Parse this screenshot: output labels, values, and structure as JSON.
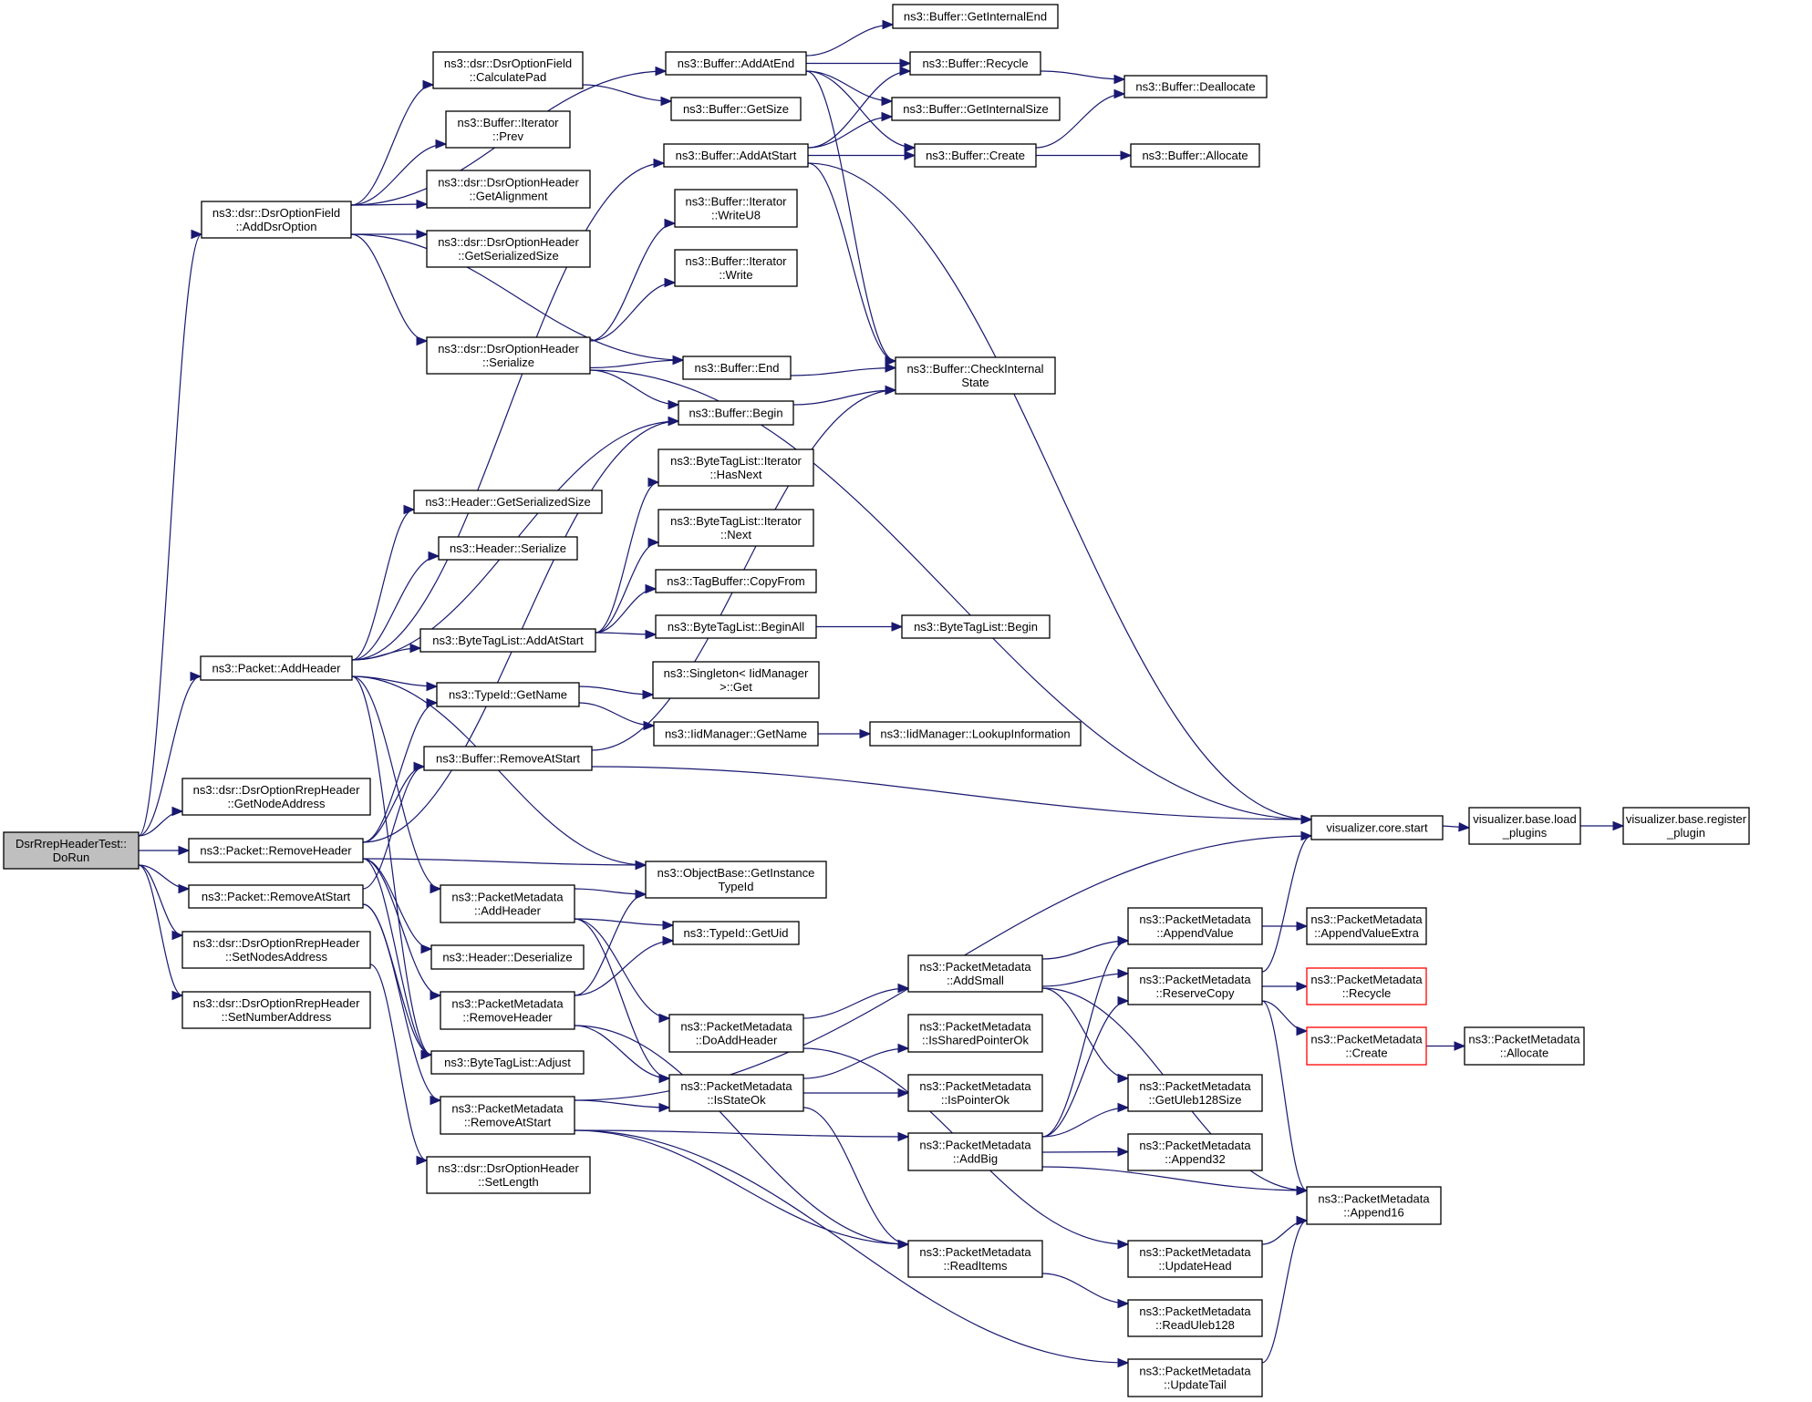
{
  "title": "DsrRrepHeaderTest::DoRun call graph",
  "colors": {
    "edge": "#191970",
    "root_fill": "#bfbfbf",
    "node_border": "#000000",
    "truncated_border": "#ff0000"
  },
  "nodes": [
    {
      "id": "dorun",
      "lines": [
        "DsrRrepHeaderTest::",
        "DoRun"
      ],
      "root": true
    },
    {
      "id": "adddsroption",
      "lines": [
        "ns3::dsr::DsrOptionField",
        "::AddDsrOption"
      ]
    },
    {
      "id": "packet_addheader",
      "lines": [
        "ns3::Packet::AddHeader"
      ]
    },
    {
      "id": "getnodeaddress",
      "lines": [
        "ns3::dsr::DsrOptionRrepHeader",
        "::GetNodeAddress"
      ]
    },
    {
      "id": "packet_removeheader",
      "lines": [
        "ns3::Packet::RemoveHeader"
      ]
    },
    {
      "id": "packet_removeatstart",
      "lines": [
        "ns3::Packet::RemoveAtStart"
      ]
    },
    {
      "id": "setnodesaddress",
      "lines": [
        "ns3::dsr::DsrOptionRrepHeader",
        "::SetNodesAddress"
      ]
    },
    {
      "id": "setnumberaddress",
      "lines": [
        "ns3::dsr::DsrOptionRrepHeader",
        "::SetNumberAddress"
      ]
    },
    {
      "id": "calculatepad",
      "lines": [
        "ns3::dsr::DsrOptionField",
        "::CalculatePad"
      ]
    },
    {
      "id": "iter_prev",
      "lines": [
        "ns3::Buffer::Iterator",
        "::Prev"
      ]
    },
    {
      "id": "getalignment",
      "lines": [
        "ns3::dsr::DsrOptionHeader",
        "::GetAlignment"
      ]
    },
    {
      "id": "dsr_getserializedsize",
      "lines": [
        "ns3::dsr::DsrOptionHeader",
        "::GetSerializedSize"
      ]
    },
    {
      "id": "dsr_serialize",
      "lines": [
        "ns3::dsr::DsrOptionHeader",
        "::Serialize"
      ]
    },
    {
      "id": "header_getserializedsize",
      "lines": [
        "ns3::Header::GetSerializedSize"
      ]
    },
    {
      "id": "header_serialize",
      "lines": [
        "ns3::Header::Serialize"
      ]
    },
    {
      "id": "btl_addatstart",
      "lines": [
        "ns3::ByteTagList::AddAtStart"
      ]
    },
    {
      "id": "typeid_getname",
      "lines": [
        "ns3::TypeId::GetName"
      ]
    },
    {
      "id": "buffer_removeatstart",
      "lines": [
        "ns3::Buffer::RemoveAtStart"
      ]
    },
    {
      "id": "pm_addheader",
      "lines": [
        "ns3::PacketMetadata",
        "::AddHeader"
      ]
    },
    {
      "id": "header_deserialize",
      "lines": [
        "ns3::Header::Deserialize"
      ]
    },
    {
      "id": "pm_removeheader",
      "lines": [
        "ns3::PacketMetadata",
        "::RemoveHeader"
      ]
    },
    {
      "id": "btl_adjust",
      "lines": [
        "ns3::ByteTagList::Adjust"
      ]
    },
    {
      "id": "pm_removeatstart",
      "lines": [
        "ns3::PacketMetadata",
        "::RemoveAtStart"
      ]
    },
    {
      "id": "dsr_setlength",
      "lines": [
        "ns3::dsr::DsrOptionHeader",
        "::SetLength"
      ]
    },
    {
      "id": "buffer_addatend",
      "lines": [
        "ns3::Buffer::AddAtEnd"
      ]
    },
    {
      "id": "buffer_getsize",
      "lines": [
        "ns3::Buffer::GetSize"
      ]
    },
    {
      "id": "buffer_addatstart",
      "lines": [
        "ns3::Buffer::AddAtStart"
      ]
    },
    {
      "id": "iter_writeu8",
      "lines": [
        "ns3::Buffer::Iterator",
        "::WriteU8"
      ]
    },
    {
      "id": "iter_write",
      "lines": [
        "ns3::Buffer::Iterator",
        "::Write"
      ]
    },
    {
      "id": "buffer_end",
      "lines": [
        "ns3::Buffer::End"
      ]
    },
    {
      "id": "buffer_begin",
      "lines": [
        "ns3::Buffer::Begin"
      ]
    },
    {
      "id": "btl_iter_hasnext",
      "lines": [
        "ns3::ByteTagList::Iterator",
        "::HasNext"
      ]
    },
    {
      "id": "btl_iter_next",
      "lines": [
        "ns3::ByteTagList::Iterator",
        "::Next"
      ]
    },
    {
      "id": "tagbuffer_copyfrom",
      "lines": [
        "ns3::TagBuffer::CopyFrom"
      ]
    },
    {
      "id": "btl_beginall",
      "lines": [
        "ns3::ByteTagList::BeginAll"
      ]
    },
    {
      "id": "singleton_get",
      "lines": [
        "ns3::Singleton< IidManager",
        ">::Get"
      ]
    },
    {
      "id": "iid_getname",
      "lines": [
        "ns3::IidManager::GetName"
      ]
    },
    {
      "id": "getinstancetypeid",
      "lines": [
        "ns3::ObjectBase::GetInstance",
        "TypeId"
      ]
    },
    {
      "id": "typeid_getuid",
      "lines": [
        "ns3::TypeId::GetUid"
      ]
    },
    {
      "id": "pm_doaddheader",
      "lines": [
        "ns3::PacketMetadata",
        "::DoAddHeader"
      ]
    },
    {
      "id": "pm_isstateok",
      "lines": [
        "ns3::PacketMetadata",
        "::IsStateOk"
      ]
    },
    {
      "id": "buffer_getinternalend",
      "lines": [
        "ns3::Buffer::GetInternalEnd"
      ]
    },
    {
      "id": "buffer_recycle",
      "lines": [
        "ns3::Buffer::Recycle"
      ]
    },
    {
      "id": "buffer_getinternalsize",
      "lines": [
        "ns3::Buffer::GetInternalSize"
      ]
    },
    {
      "id": "buffer_create",
      "lines": [
        "ns3::Buffer::Create"
      ]
    },
    {
      "id": "checkinternalstate",
      "lines": [
        "ns3::Buffer::CheckInternal",
        "State"
      ]
    },
    {
      "id": "btl_begin",
      "lines": [
        "ns3::ByteTagList::Begin"
      ]
    },
    {
      "id": "iid_lookupinformation",
      "lines": [
        "ns3::IidManager::LookupInformation"
      ]
    },
    {
      "id": "pm_addsmall",
      "lines": [
        "ns3::PacketMetadata",
        "::AddSmall"
      ]
    },
    {
      "id": "pm_issharedpointerok",
      "lines": [
        "ns3::PacketMetadata",
        "::IsSharedPointerOk"
      ]
    },
    {
      "id": "pm_ispointerok",
      "lines": [
        "ns3::PacketMetadata",
        "::IsPointerOk"
      ]
    },
    {
      "id": "pm_addbig",
      "lines": [
        "ns3::PacketMetadata",
        "::AddBig"
      ]
    },
    {
      "id": "pm_readitems",
      "lines": [
        "ns3::PacketMetadata",
        "::ReadItems"
      ]
    },
    {
      "id": "buffer_deallocate",
      "lines": [
        "ns3::Buffer::Deallocate"
      ]
    },
    {
      "id": "buffer_allocate",
      "lines": [
        "ns3::Buffer::Allocate"
      ]
    },
    {
      "id": "pm_appendvalue",
      "lines": [
        "ns3::PacketMetadata",
        "::AppendValue"
      ]
    },
    {
      "id": "pm_reservecopy",
      "lines": [
        "ns3::PacketMetadata",
        "::ReserveCopy"
      ]
    },
    {
      "id": "pm_getuleb128size",
      "lines": [
        "ns3::PacketMetadata",
        "::GetUleb128Size"
      ]
    },
    {
      "id": "pm_append32",
      "lines": [
        "ns3::PacketMetadata",
        "::Append32"
      ]
    },
    {
      "id": "pm_updatehead",
      "lines": [
        "ns3::PacketMetadata",
        "::UpdateHead"
      ]
    },
    {
      "id": "pm_readuleb128",
      "lines": [
        "ns3::PacketMetadata",
        "::ReadUleb128"
      ]
    },
    {
      "id": "pm_updatetail",
      "lines": [
        "ns3::PacketMetadata",
        "::UpdateTail"
      ]
    },
    {
      "id": "vis_core_start",
      "lines": [
        "visualizer.core.start"
      ]
    },
    {
      "id": "pm_appendvalueextra",
      "lines": [
        "ns3::PacketMetadata",
        "::AppendValueExtra"
      ]
    },
    {
      "id": "pm_recycle",
      "lines": [
        "ns3::PacketMetadata",
        "::Recycle"
      ],
      "truncated": true
    },
    {
      "id": "pm_create",
      "lines": [
        "ns3::PacketMetadata",
        "::Create"
      ],
      "truncated": true
    },
    {
      "id": "pm_append16",
      "lines": [
        "ns3::PacketMetadata",
        "::Append16"
      ]
    },
    {
      "id": "vis_load_plugins",
      "lines": [
        "visualizer.base.load",
        "_plugins"
      ]
    },
    {
      "id": "pm_allocate",
      "lines": [
        "ns3::PacketMetadata",
        "::Allocate"
      ]
    },
    {
      "id": "vis_register_plugin",
      "lines": [
        "visualizer.base.register",
        "_plugin"
      ]
    }
  ],
  "edges": [
    [
      "dorun",
      "adddsroption"
    ],
    [
      "dorun",
      "packet_addheader"
    ],
    [
      "dorun",
      "getnodeaddress"
    ],
    [
      "dorun",
      "packet_removeheader"
    ],
    [
      "dorun",
      "packet_removeatstart"
    ],
    [
      "dorun",
      "setnodesaddress"
    ],
    [
      "dorun",
      "setnumberaddress"
    ],
    [
      "adddsroption",
      "buffer_addatend"
    ],
    [
      "adddsroption",
      "calculatepad"
    ],
    [
      "adddsroption",
      "iter_prev"
    ],
    [
      "adddsroption",
      "getalignment"
    ],
    [
      "adddsroption",
      "dsr_getserializedsize"
    ],
    [
      "adddsroption",
      "dsr_serialize"
    ],
    [
      "adddsroption",
      "buffer_end"
    ],
    [
      "calculatepad",
      "buffer_getsize"
    ],
    [
      "dsr_serialize",
      "iter_writeu8"
    ],
    [
      "dsr_serialize",
      "iter_write"
    ],
    [
      "dsr_serialize",
      "buffer_end"
    ],
    [
      "dsr_serialize",
      "buffer_begin"
    ],
    [
      "dsr_serialize",
      "vis_core_start"
    ],
    [
      "packet_addheader",
      "buffer_addatstart"
    ],
    [
      "packet_addheader",
      "buffer_begin"
    ],
    [
      "packet_addheader",
      "header_getserializedsize"
    ],
    [
      "packet_addheader",
      "header_serialize"
    ],
    [
      "packet_addheader",
      "btl_addatstart"
    ],
    [
      "packet_addheader",
      "typeid_getname"
    ],
    [
      "packet_addheader",
      "getinstancetypeid"
    ],
    [
      "packet_addheader",
      "pm_addheader"
    ],
    [
      "packet_addheader",
      "btl_adjust"
    ],
    [
      "packet_removeheader",
      "typeid_getname"
    ],
    [
      "packet_removeheader",
      "buffer_removeatstart"
    ],
    [
      "packet_removeheader",
      "getinstancetypeid"
    ],
    [
      "packet_removeheader",
      "header_deserialize"
    ],
    [
      "packet_removeheader",
      "pm_removeheader"
    ],
    [
      "packet_removeheader",
      "btl_adjust"
    ],
    [
      "packet_removeheader",
      "buffer_begin"
    ],
    [
      "packet_removeatstart",
      "buffer_removeatstart"
    ],
    [
      "packet_removeatstart",
      "btl_adjust"
    ],
    [
      "packet_removeatstart",
      "pm_removeatstart"
    ],
    [
      "setnodesaddress",
      "dsr_setlength"
    ],
    [
      "btl_addatstart",
      "btl_iter_hasnext"
    ],
    [
      "btl_addatstart",
      "btl_iter_next"
    ],
    [
      "btl_addatstart",
      "tagbuffer_copyfrom"
    ],
    [
      "btl_addatstart",
      "btl_beginall"
    ],
    [
      "btl_beginall",
      "btl_begin"
    ],
    [
      "typeid_getname",
      "singleton_get"
    ],
    [
      "typeid_getname",
      "iid_getname"
    ],
    [
      "iid_getname",
      "iid_lookupinformation"
    ],
    [
      "buffer_removeatstart",
      "checkinternalstate"
    ],
    [
      "buffer_removeatstart",
      "vis_core_start"
    ],
    [
      "pm_addheader",
      "getinstancetypeid"
    ],
    [
      "pm_addheader",
      "typeid_getuid"
    ],
    [
      "pm_addheader",
      "pm_doaddheader"
    ],
    [
      "pm_addheader",
      "pm_isstateok"
    ],
    [
      "pm_removeheader",
      "getinstancetypeid"
    ],
    [
      "pm_removeheader",
      "typeid_getuid"
    ],
    [
      "pm_removeheader",
      "pm_isstateok"
    ],
    [
      "pm_removeheader",
      "pm_readitems"
    ],
    [
      "pm_removeatstart",
      "pm_isstateok"
    ],
    [
      "pm_removeatstart",
      "pm_addbig"
    ],
    [
      "pm_removeatstart",
      "pm_readitems"
    ],
    [
      "pm_removeatstart",
      "pm_updatetail"
    ],
    [
      "pm_removeatstart",
      "vis_core_start"
    ],
    [
      "pm_doaddheader",
      "pm_addsmall"
    ],
    [
      "pm_doaddheader",
      "pm_updatehead"
    ],
    [
      "pm_isstateok",
      "pm_issharedpointerok"
    ],
    [
      "pm_isstateok",
      "pm_ispointerok"
    ],
    [
      "pm_isstateok",
      "pm_readitems"
    ],
    [
      "buffer_addatend",
      "buffer_getinternalend"
    ],
    [
      "buffer_addatend",
      "buffer_recycle"
    ],
    [
      "buffer_addatend",
      "buffer_getinternalsize"
    ],
    [
      "buffer_addatend",
      "buffer_create"
    ],
    [
      "buffer_addatend",
      "checkinternalstate"
    ],
    [
      "buffer_addatstart",
      "buffer_recycle"
    ],
    [
      "buffer_addatstart",
      "buffer_getinternalsize"
    ],
    [
      "buffer_addatstart",
      "buffer_create"
    ],
    [
      "buffer_addatstart",
      "checkinternalstate"
    ],
    [
      "buffer_addatstart",
      "vis_core_start"
    ],
    [
      "buffer_recycle",
      "buffer_deallocate"
    ],
    [
      "buffer_create",
      "buffer_deallocate"
    ],
    [
      "buffer_create",
      "buffer_allocate"
    ],
    [
      "buffer_end",
      "checkinternalstate"
    ],
    [
      "buffer_begin",
      "checkinternalstate"
    ],
    [
      "pm_addsmall",
      "pm_appendvalue"
    ],
    [
      "pm_addsmall",
      "pm_reservecopy"
    ],
    [
      "pm_addsmall",
      "pm_getuleb128size"
    ],
    [
      "pm_addsmall",
      "pm_append16"
    ],
    [
      "pm_addbig",
      "pm_appendvalue"
    ],
    [
      "pm_addbig",
      "pm_reservecopy"
    ],
    [
      "pm_addbig",
      "pm_getuleb128size"
    ],
    [
      "pm_addbig",
      "pm_append32"
    ],
    [
      "pm_addbig",
      "pm_append16"
    ],
    [
      "pm_readitems",
      "pm_readuleb128"
    ],
    [
      "pm_appendvalue",
      "pm_appendvalueextra"
    ],
    [
      "pm_reservecopy",
      "vis_core_start"
    ],
    [
      "pm_reservecopy",
      "pm_recycle"
    ],
    [
      "pm_reservecopy",
      "pm_create"
    ],
    [
      "pm_reservecopy",
      "pm_append16"
    ],
    [
      "pm_updatehead",
      "pm_append16"
    ],
    [
      "pm_updatetail",
      "pm_append16"
    ],
    [
      "pm_create",
      "pm_allocate"
    ],
    [
      "vis_core_start",
      "vis_load_plugins"
    ],
    [
      "vis_load_plugins",
      "vis_register_plugin"
    ]
  ]
}
